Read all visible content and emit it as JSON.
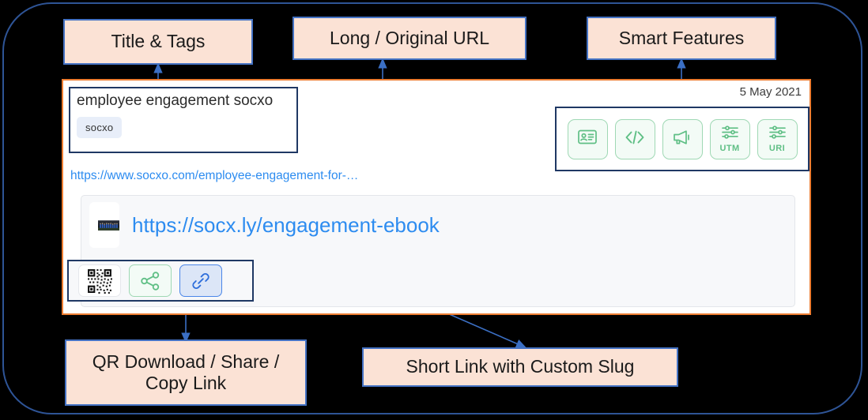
{
  "callouts": {
    "title_tags": "Title & Tags",
    "long_url": "Long / Original URL",
    "smart_features": "Smart Features",
    "qr_share_copy": "QR Download / Share / Copy Link",
    "short_link": "Short Link with Custom Slug"
  },
  "card": {
    "date": "5 May 2021",
    "title": "employee engagement socxo",
    "tag": "socxo",
    "long_url": "https://www.socxo.com/employee-engagement-for-…",
    "short_url": "https://socx.ly/engagement-ebook"
  },
  "smart_features": [
    {
      "name": "badge-icon",
      "label": ""
    },
    {
      "name": "code-icon",
      "label": ""
    },
    {
      "name": "megaphone-icon",
      "label": ""
    },
    {
      "name": "utm-icon",
      "label": "UTM"
    },
    {
      "name": "uri-icon",
      "label": "URI"
    }
  ],
  "actions": [
    {
      "name": "qr-code-icon",
      "title": "QR Download"
    },
    {
      "name": "share-icon",
      "title": "Share"
    },
    {
      "name": "link-icon",
      "title": "Copy Link"
    }
  ],
  "colors": {
    "callout_fill": "#FBE2D5",
    "callout_border": "#4472C4",
    "card_border": "#ED7D31",
    "highlight_border": "#1F3864",
    "link_blue": "#2D8CF0",
    "feature_green": "#5FBF85",
    "copy_blue": "#2F6FDB",
    "frame_blue": "#2E5496",
    "background": "#000000"
  }
}
